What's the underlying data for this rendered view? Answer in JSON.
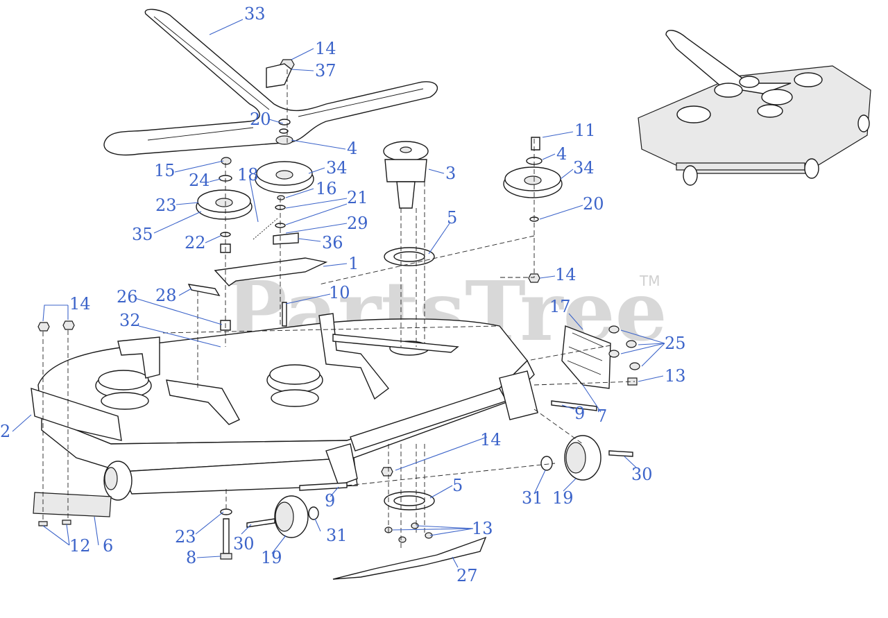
{
  "watermark": {
    "text": "PartsTree",
    "trademark": "TM"
  },
  "callouts": [
    {
      "n": "33"
    },
    {
      "n": "14"
    },
    {
      "n": "37"
    },
    {
      "n": "20"
    },
    {
      "n": "4"
    },
    {
      "n": "15"
    },
    {
      "n": "34"
    },
    {
      "n": "18"
    },
    {
      "n": "24"
    },
    {
      "n": "16"
    },
    {
      "n": "23"
    },
    {
      "n": "35"
    },
    {
      "n": "21"
    },
    {
      "n": "29"
    },
    {
      "n": "22"
    },
    {
      "n": "36"
    },
    {
      "n": "1"
    },
    {
      "n": "3"
    },
    {
      "n": "5"
    },
    {
      "n": "11"
    },
    {
      "n": "4"
    },
    {
      "n": "34"
    },
    {
      "n": "20"
    },
    {
      "n": "14"
    },
    {
      "n": "26"
    },
    {
      "n": "28"
    },
    {
      "n": "10"
    },
    {
      "n": "14"
    },
    {
      "n": "32"
    },
    {
      "n": "17"
    },
    {
      "n": "25"
    },
    {
      "n": "13"
    },
    {
      "n": "2"
    },
    {
      "n": "9"
    },
    {
      "n": "7"
    },
    {
      "n": "14"
    },
    {
      "n": "30"
    },
    {
      "n": "31"
    },
    {
      "n": "19"
    },
    {
      "n": "5"
    },
    {
      "n": "9"
    },
    {
      "n": "23"
    },
    {
      "n": "30"
    },
    {
      "n": "31"
    },
    {
      "n": "13"
    },
    {
      "n": "12"
    },
    {
      "n": "6"
    },
    {
      "n": "8"
    },
    {
      "n": "19"
    },
    {
      "n": "27"
    }
  ]
}
